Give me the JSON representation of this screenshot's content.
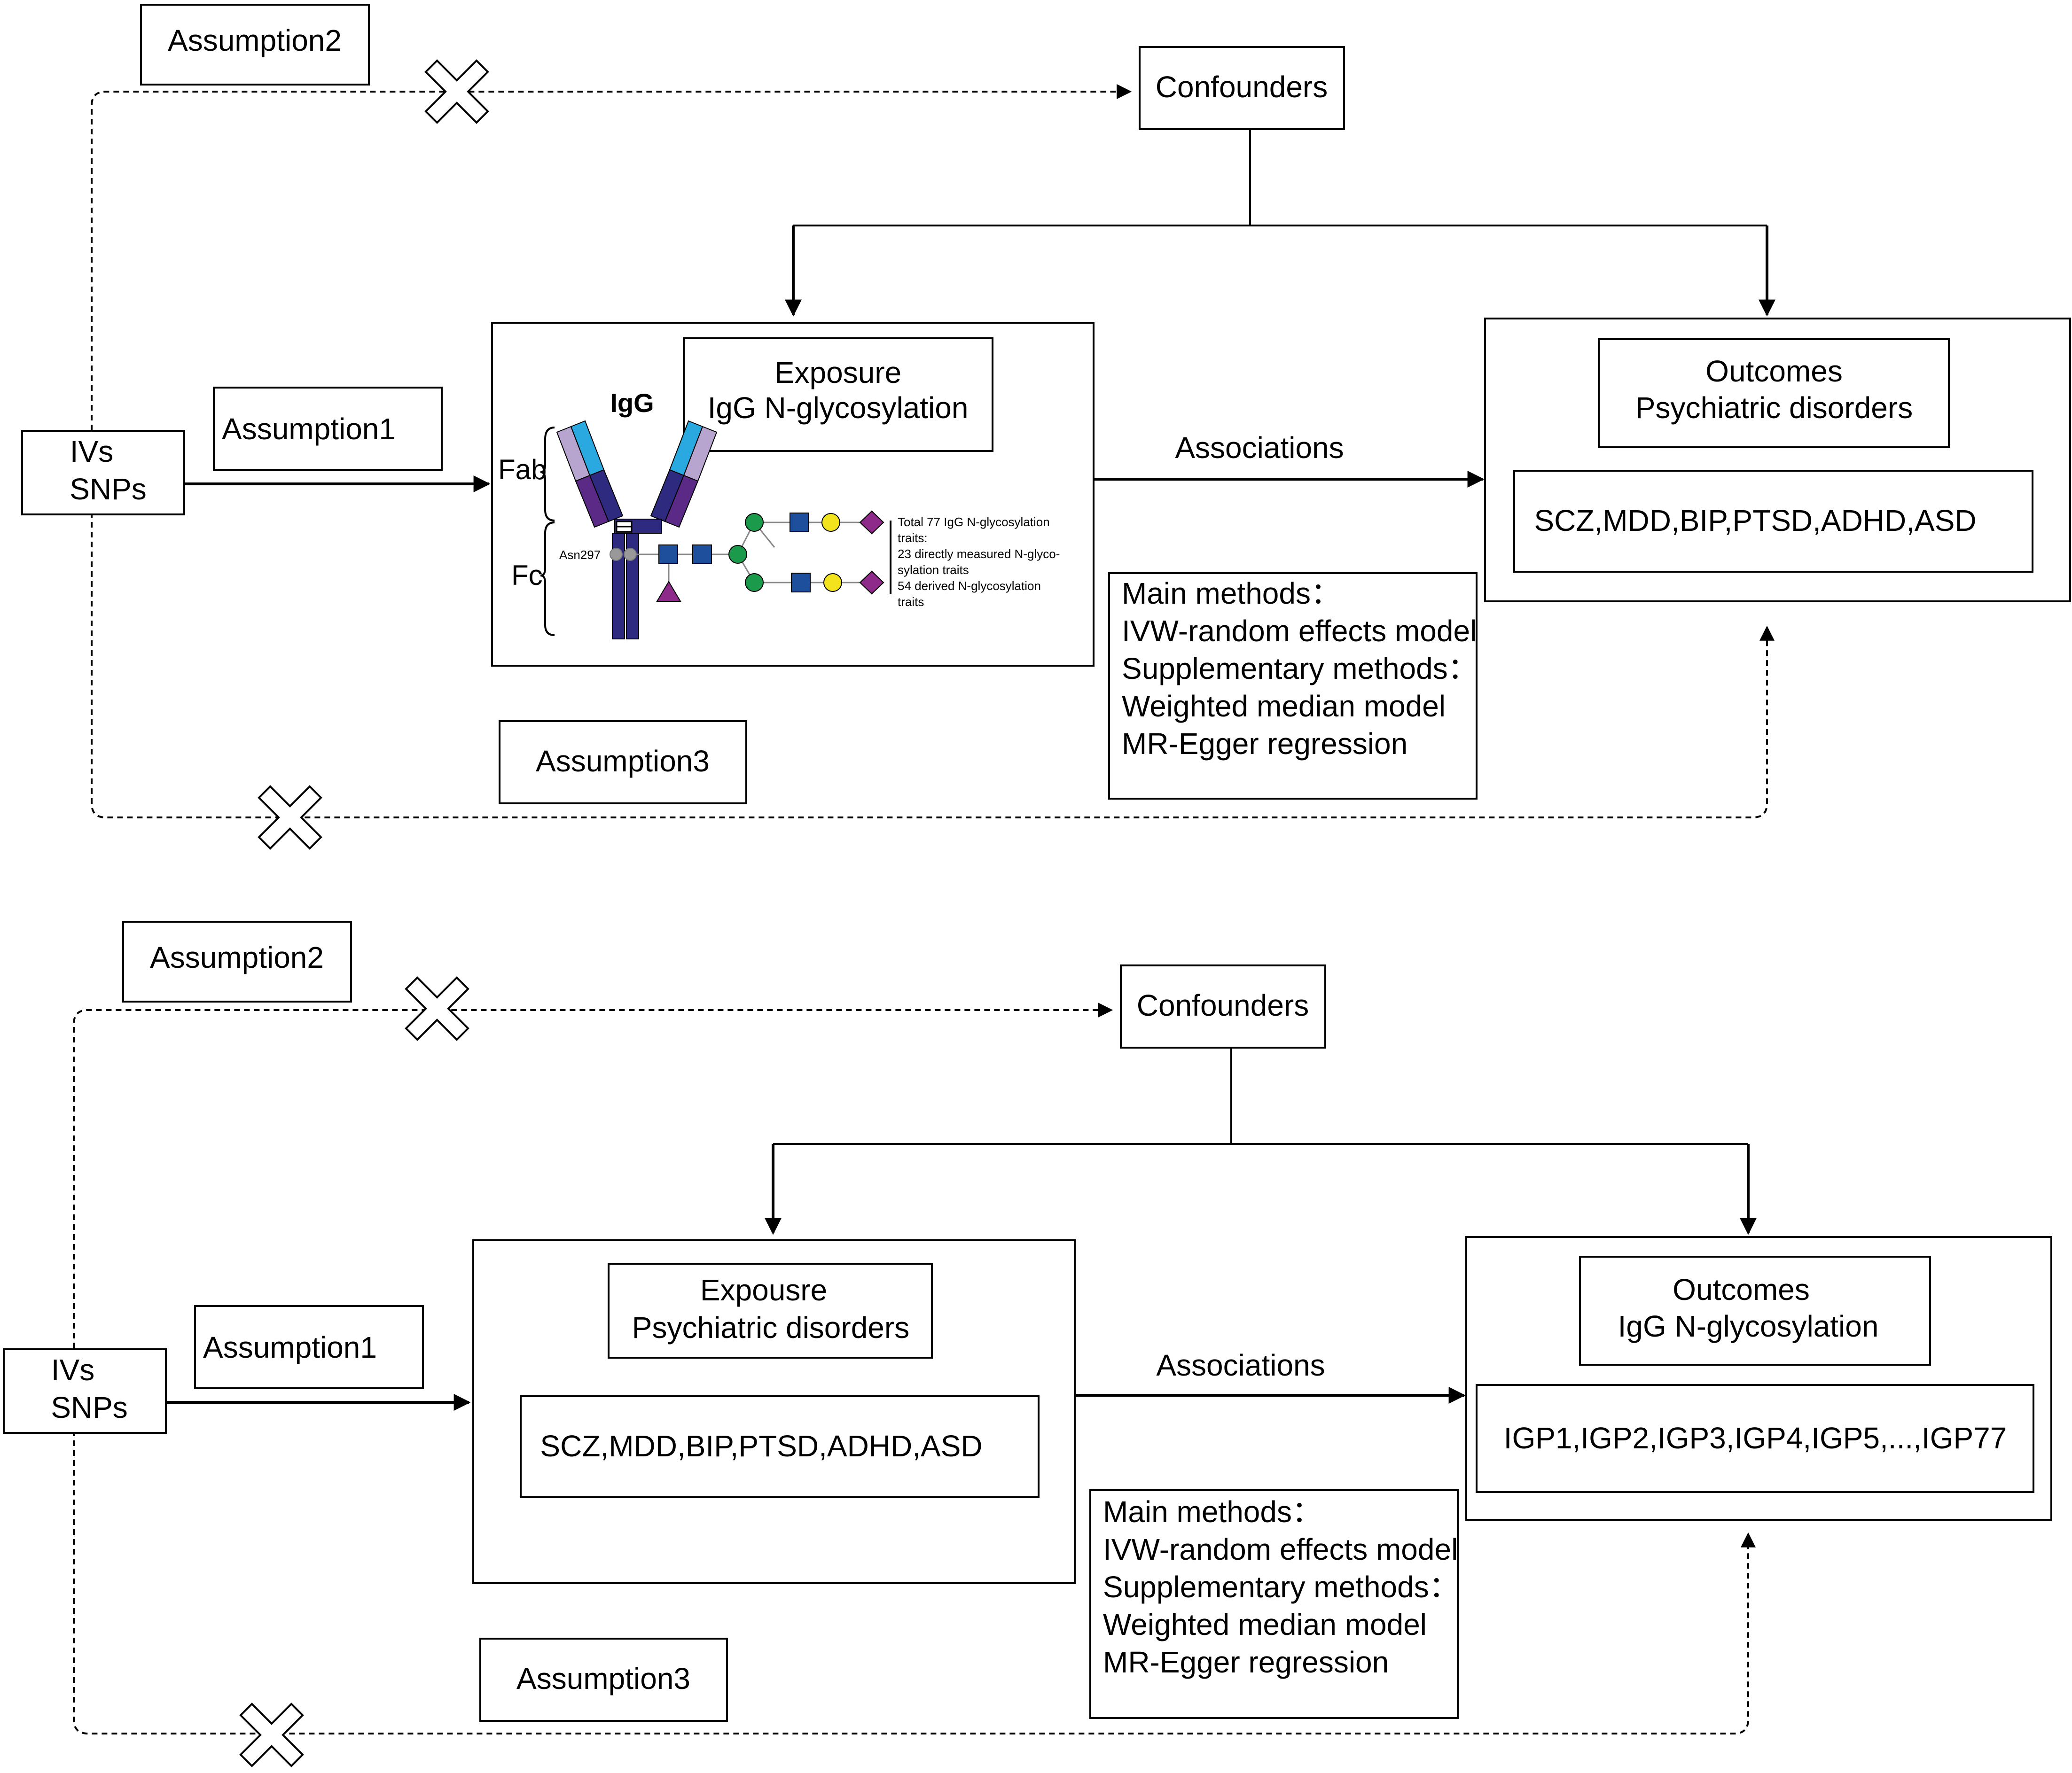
{
  "panel_top": {
    "assumption1": "Assumption1",
    "assumption2": "Assumption2",
    "assumption3": "Assumption3",
    "confounders": "Confounders",
    "ivs_line1": "IVs",
    "ivs_line2": "SNPs",
    "exposure_line1": "Exposure",
    "exposure_line2": "IgG N-glycosylation",
    "associations": "Associations",
    "outcomes_line1": "Outcomes",
    "outcomes_line2": "Psychiatric disorders",
    "outcome_list": "SCZ,MDD,BIP,PTSD,ADHD,ASD",
    "methods": [
      "Main methods：",
      "IVW-random effects model",
      "Supplementary methods：",
      "Weighted median model",
      "MR-Egger regression"
    ],
    "igg_figure": {
      "title": "IgG",
      "fab": "Fab",
      "fc": "Fc",
      "site": "Asn297",
      "notes": [
        "Total 77 IgG N-glycosylation",
        "traits:",
        "23 directly measured N-glyco-",
        "sylation traits",
        "54 derived N-glycosylation",
        "traits"
      ]
    }
  },
  "panel_bottom": {
    "assumption1": "Assumption1",
    "assumption2": "Assumption2",
    "assumption3": "Assumption3",
    "confounders": "Confounders",
    "ivs_line1": "IVs",
    "ivs_line2": "SNPs",
    "exposure_line1": "Expousre",
    "exposure_line2": "Psychiatric disorders",
    "exposure_list": "SCZ,MDD,BIP,PTSD,ADHD,ASD",
    "associations": "Associations",
    "outcomes_line1": "Outcomes",
    "outcomes_line2": "IgG N-glycosylation",
    "outcome_list": "IGP1,IGP2,IGP3,IGP4,IGP5,...,IGP77",
    "methods": [
      "Main methods：",
      "IVW-random effects model",
      "Supplementary methods：",
      "Weighted median model",
      "MR-Egger regression"
    ]
  },
  "colors": {
    "heavy_chain": "#2e2a7f",
    "light_chain_dark": "#5b2a86",
    "fab_light_blue": "#29a9e0",
    "fab_lavender": "#b7a4cf",
    "glcnac": "#1d4f9c",
    "mannose": "#1a9a4a",
    "galactose": "#f3e31c",
    "sialic": "#8e2a8a",
    "fucose": "#8e2a8a"
  }
}
